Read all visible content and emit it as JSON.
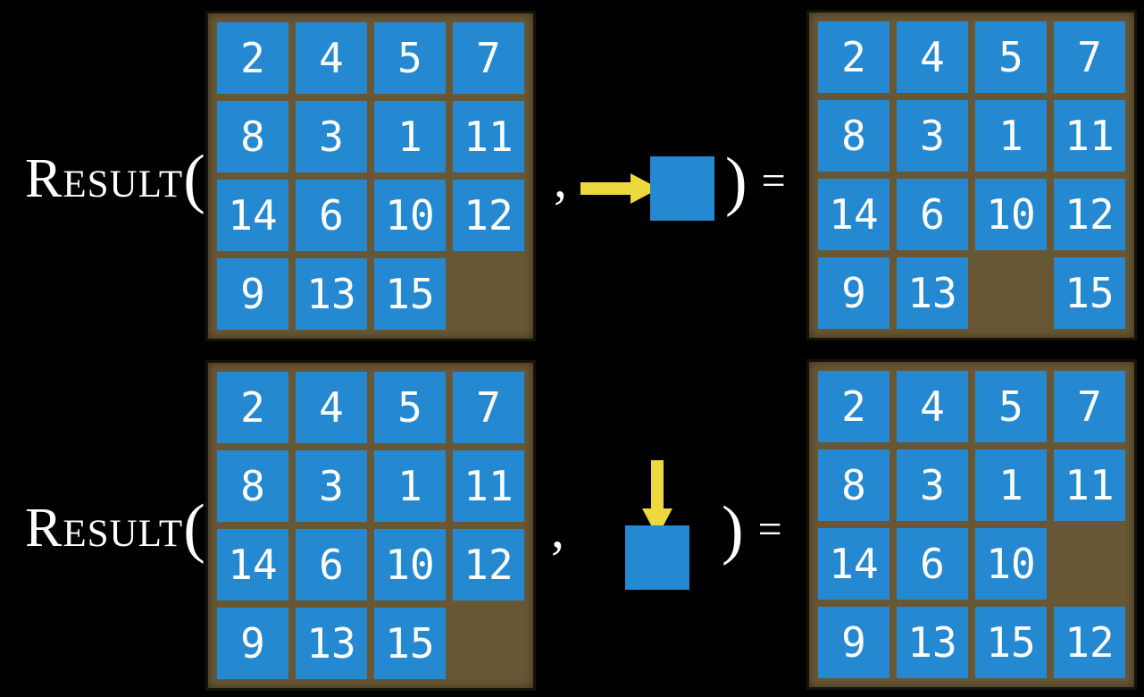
{
  "labels": {
    "function_name": "Result",
    "open_paren": "(",
    "comma": ",",
    "close_paren": ")",
    "equals": "="
  },
  "colors": {
    "background": "#000000",
    "board_background": "#685735",
    "tile_blue": "#2589d2",
    "tile_text": "#ffffff",
    "arrow_yellow": "#EDD83D",
    "label_text": "#ffffff"
  },
  "icons": {
    "move_right": "arrow-right-icon",
    "move_down": "arrow-down-icon",
    "blank_tile": "blue-square"
  },
  "rows": [
    {
      "name": "move-right-example",
      "move_direction": "right",
      "input_board": [
        [
          "2",
          "4",
          "5",
          "7"
        ],
        [
          "8",
          "3",
          "1",
          "11"
        ],
        [
          "14",
          "6",
          "10",
          "12"
        ],
        [
          "9",
          "13",
          "15",
          ""
        ]
      ],
      "output_board": [
        [
          "2",
          "4",
          "5",
          "7"
        ],
        [
          "8",
          "3",
          "1",
          "11"
        ],
        [
          "14",
          "6",
          "10",
          "12"
        ],
        [
          "9",
          "13",
          "",
          "15"
        ]
      ]
    },
    {
      "name": "move-down-example",
      "move_direction": "down",
      "input_board": [
        [
          "2",
          "4",
          "5",
          "7"
        ],
        [
          "8",
          "3",
          "1",
          "11"
        ],
        [
          "14",
          "6",
          "10",
          "12"
        ],
        [
          "9",
          "13",
          "15",
          ""
        ]
      ],
      "output_board": [
        [
          "2",
          "4",
          "5",
          "7"
        ],
        [
          "8",
          "3",
          "1",
          "11"
        ],
        [
          "14",
          "6",
          "10",
          ""
        ],
        [
          "9",
          "13",
          "15",
          "12"
        ]
      ]
    }
  ]
}
